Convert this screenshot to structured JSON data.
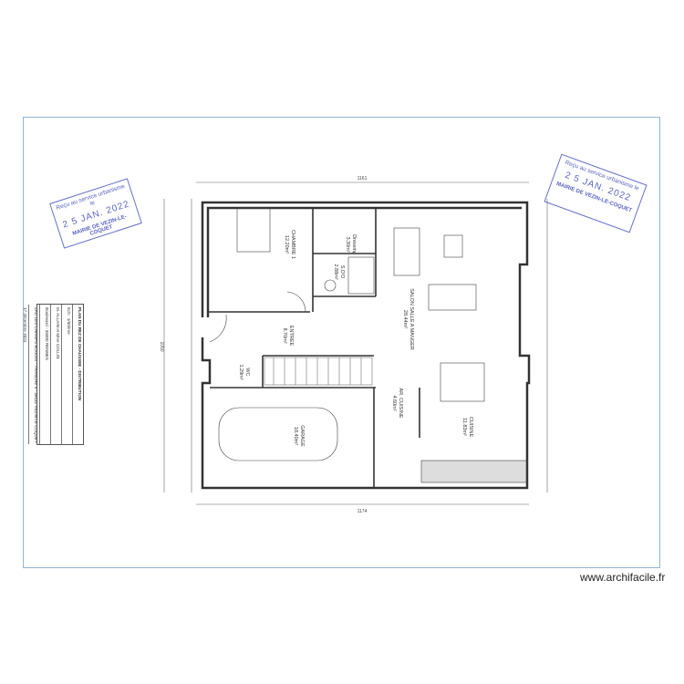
{
  "plan": {
    "overall_width_top": "1161",
    "overall_width_bottom": "1174",
    "overall_height_left": "1050",
    "rooms": [
      {
        "name": "CHAMBRE 1",
        "area": "12.20m²"
      },
      {
        "name": "Dressing",
        "area": "3.30m²"
      },
      {
        "name": "S.D'O",
        "area": "2.88m²"
      },
      {
        "name": "SALON SALLE A MANGER",
        "area": "28.44m²"
      },
      {
        "name": "ENTREE",
        "area": "8.70m²"
      },
      {
        "name": "WC",
        "area": "1.29m²"
      },
      {
        "name": "GARAGE",
        "area": "18.40m²"
      },
      {
        "name": "AR. CUISINE",
        "area": "4.60m²"
      },
      {
        "name": "CUISINE",
        "area": "11.83m²"
      }
    ]
  },
  "title_block": {
    "title": "PLAN DU REZ DE CHAUSSEE - DISTRIBUTION",
    "scale": "Ech : 1/50ème",
    "owners": "M. ALLAIN et Mme COLLIN",
    "address": "Boulevard - 35000 RENNES",
    "site": "ZAC LES CHAMPS BOUGIS - TRANCHE 4 - 35132 VEZIN LE COQUET",
    "date": "17 décembre 2021"
  },
  "stamps": [
    {
      "line1": "Reçu au service urbanisme le",
      "date": "2 5 JAN. 2022",
      "town": "MAIRIE DE VEZIN-LE-COQUET"
    },
    {
      "line1": "Reçu au service urbanisme le",
      "date": "2 5 JAN. 2022",
      "town": "MAIRIE DE VEZIN-LE-COQUET"
    }
  ],
  "watermark": "www.archifacile.fr",
  "colors": {
    "stamp": "#5a64c0",
    "frame": "#8fb4d8",
    "walls": "#333333"
  }
}
